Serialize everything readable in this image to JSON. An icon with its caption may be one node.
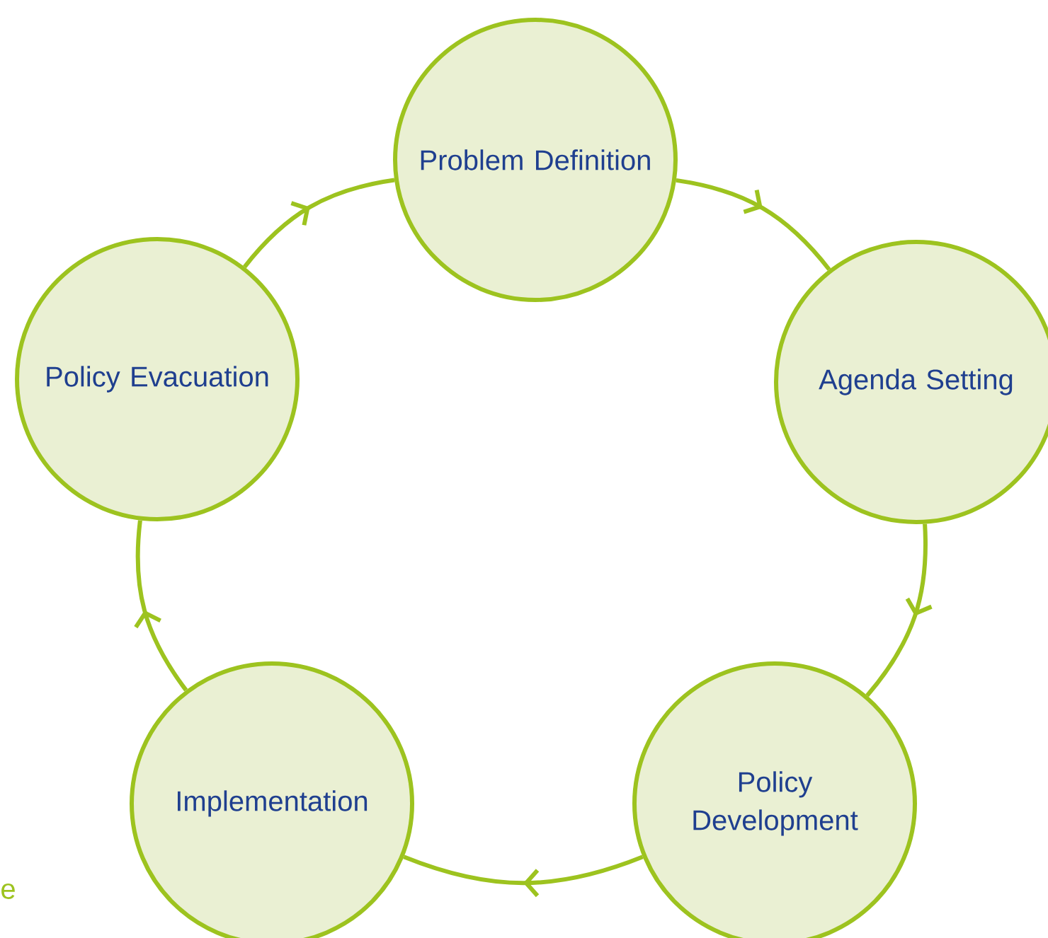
{
  "diagram": {
    "nodes": [
      {
        "text": [
          "Problem Definition"
        ]
      },
      {
        "text": [
          "Agenda Setting"
        ]
      },
      {
        "text": [
          "Policy Development"
        ]
      },
      {
        "text": [
          "Implementation"
        ]
      },
      {
        "text": [
          "Policy Evacuation"
        ]
      }
    ],
    "edges": [
      {
        "from": 0,
        "to": 1,
        "arrow": "to"
      },
      {
        "from": 1,
        "to": 2,
        "arrow": "to"
      },
      {
        "from": 2,
        "to": 3,
        "arrow": "to"
      },
      {
        "from": 3,
        "to": 4,
        "arrow": "to"
      },
      {
        "from": 4,
        "to": 0,
        "arrow": "to"
      }
    ],
    "labels": [
      "e"
    ]
  }
}
